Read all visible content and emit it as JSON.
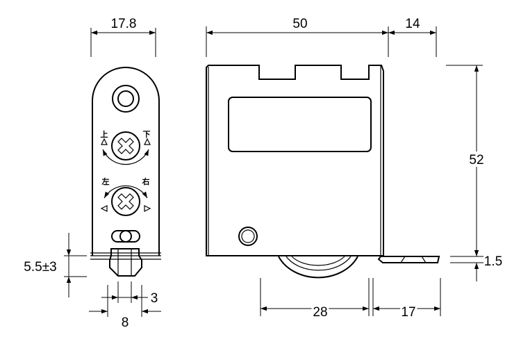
{
  "title": "Door roller technical drawing",
  "front_view": {
    "dim_width": "17.8",
    "dim_adjust": "5.5±3",
    "dim_roller_inner": "3",
    "dim_roller_outer": "8",
    "labels": {
      "up": "上",
      "down": "下",
      "left": "左",
      "right": "右"
    }
  },
  "side_view": {
    "dim_length": "50",
    "dim_foot": "14",
    "dim_height": "52",
    "dim_plate": "1.5",
    "dim_wheel": "28",
    "dim_offset": "17"
  }
}
